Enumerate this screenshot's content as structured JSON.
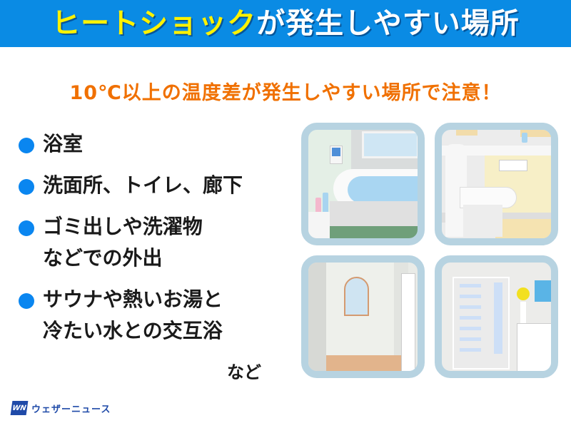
{
  "header": {
    "title_highlight": "ヒートショック",
    "title_rest": "が発生しやすい場所",
    "colors": {
      "background": "#0a8be4",
      "highlight": "#fff200",
      "text": "#ffffff"
    }
  },
  "subtitle": {
    "text": "10℃以上の温度差が発生しやすい場所で注意！",
    "color": "#f07000"
  },
  "bullets": {
    "dot_color": "#0a86f0",
    "items": [
      {
        "line1": "浴室",
        "line2": ""
      },
      {
        "line1": "洗面所、トイレ、廊下",
        "line2": ""
      },
      {
        "line1": "ゴミ出しや洗濯物",
        "line2": "などでの外出"
      },
      {
        "line1": "サウナや熱いお湯と",
        "line2": "冷たい水との交互浴"
      }
    ],
    "suffix": "など"
  },
  "illustrations": [
    {
      "name": "bathroom",
      "description": "浴室"
    },
    {
      "name": "toilet",
      "description": "トイレ"
    },
    {
      "name": "hallway",
      "description": "廊下"
    },
    {
      "name": "entrance",
      "description": "玄関"
    }
  ],
  "logo": {
    "mark": "WN",
    "text": "ウェザーニュース",
    "color": "#1f4aa8"
  }
}
